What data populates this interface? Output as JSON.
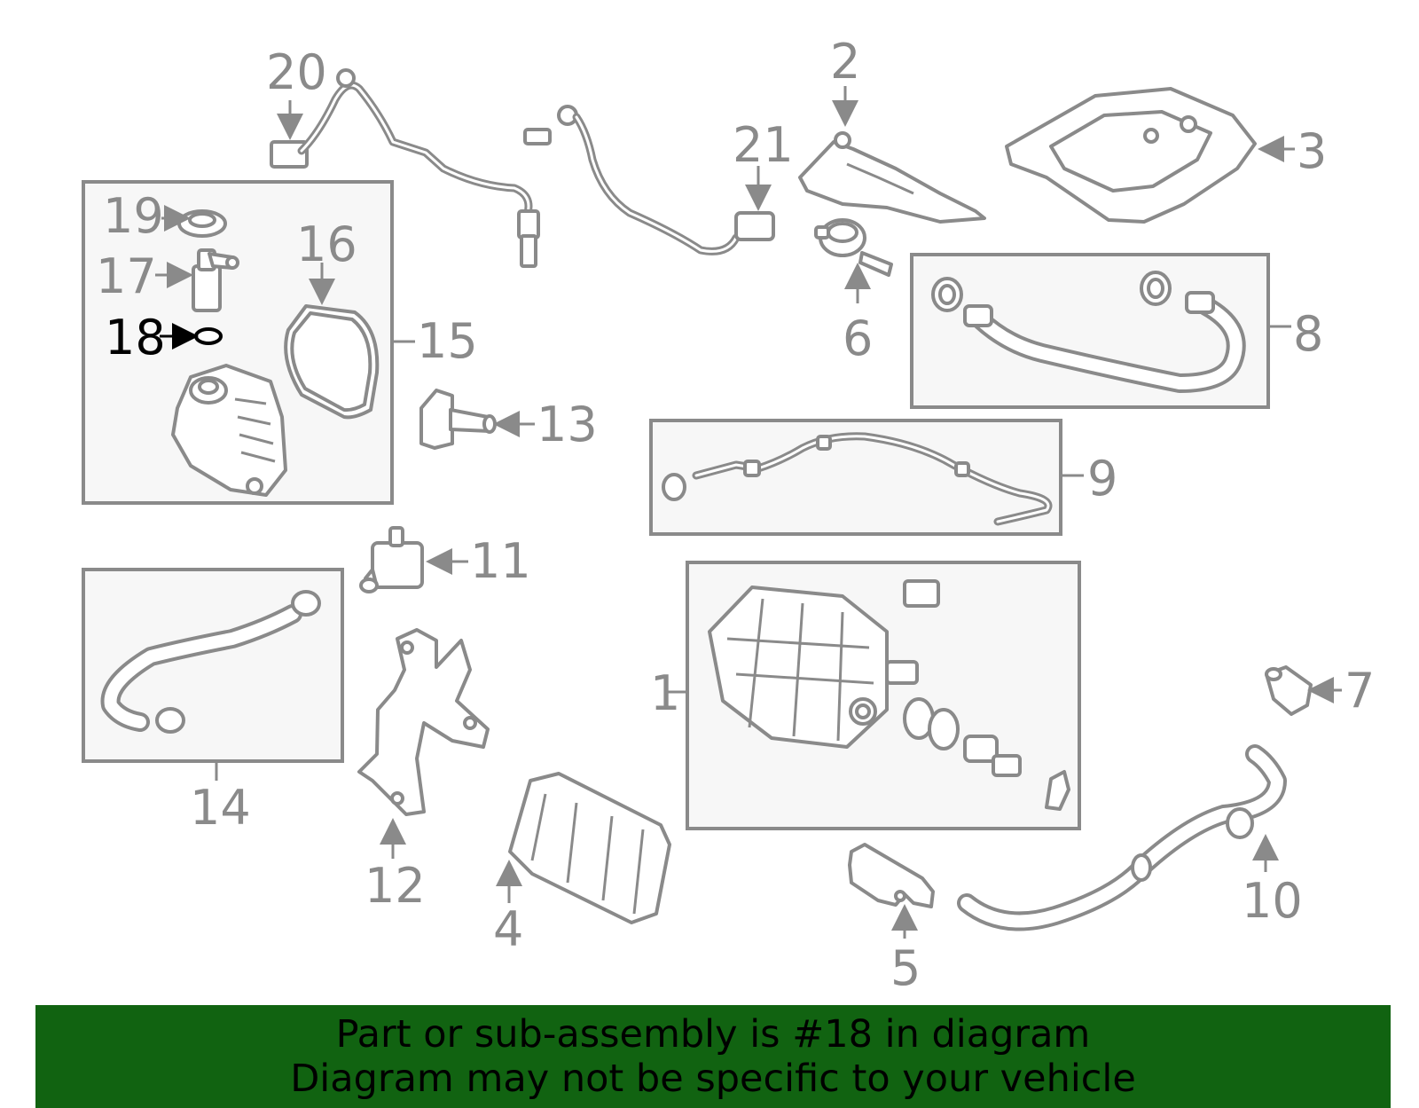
{
  "colors": {
    "line": "#8a8a8a",
    "highlight": "#000000",
    "banner_bg": "#116311",
    "banner_text": "#000000"
  },
  "highlighted_part": "18",
  "callouts": {
    "c1": "1",
    "c2": "2",
    "c3": "3",
    "c4": "4",
    "c5": "5",
    "c6": "6",
    "c7": "7",
    "c8": "8",
    "c9": "9",
    "c10": "10",
    "c11": "11",
    "c12": "12",
    "c13": "13",
    "c14": "14",
    "c15": "15",
    "c16": "16",
    "c17": "17",
    "c18": "18",
    "c19": "19",
    "c20": "20",
    "c21": "21"
  },
  "banner": {
    "line1": "Part or sub-assembly is #18 in diagram",
    "line2": "Diagram may not be specific to your vehicle"
  }
}
